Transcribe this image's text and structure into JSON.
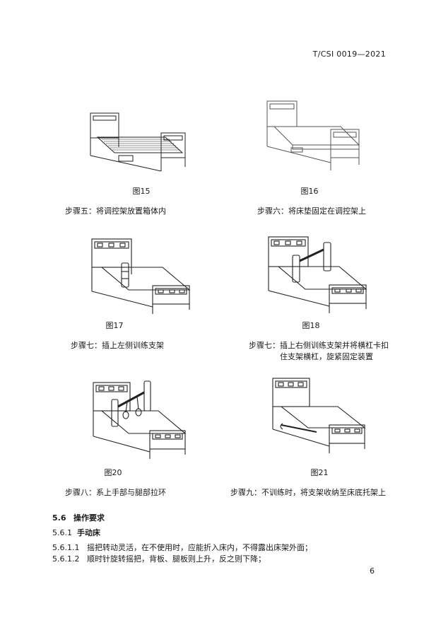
{
  "header": {
    "doc_code": "T/CSI 0019—2021"
  },
  "figures": [
    {
      "label": "图15",
      "caption": "步骤五：将调控架放置箱体内"
    },
    {
      "label": "图16",
      "caption": "步骤六：将床垫固定在调控架上"
    },
    {
      "label": "图17",
      "caption": "步骤七：插上左侧训练支架"
    },
    {
      "label": "图18",
      "caption": "步骤七：插上右侧训练支架并将横杠卡扣",
      "caption2": "住支架横杠，旋紧固定装置"
    },
    {
      "label": "图20",
      "caption": "步骤八：系上手部与腿部拉环"
    },
    {
      "label": "图21",
      "caption": "步骤九：不训练时，将支架收纳至床底托架上"
    }
  ],
  "sections": {
    "s56_num": "5.6",
    "s56_title": "操作要求",
    "s561_num": "5.6.1",
    "s561_title": "手动床",
    "s5611_num": "5.6.1.1",
    "s5611_text": "摇把转动灵活，在不使用时，应能折入床内，不得露出床架外面；",
    "s5612_num": "5.6.1.2",
    "s5612_text": "顺时针旋转摇把，背板、腿板则上升，反之则下降；"
  },
  "page_number": "6"
}
